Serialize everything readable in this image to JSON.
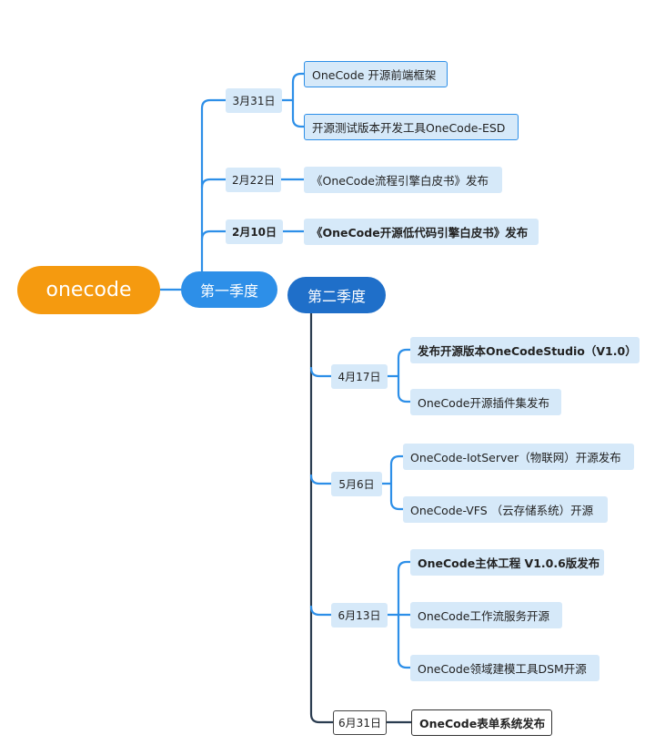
{
  "root": {
    "label": "onecode"
  },
  "q1": {
    "label": "第一季度",
    "groups": [
      {
        "date": "3月31日",
        "items": [
          "OneCode 开源前端框架",
          "开源测试版本开发工具OneCode-ESD"
        ]
      },
      {
        "date": "2月22日",
        "items": [
          "《OneCode流程引擎白皮书》发布"
        ]
      },
      {
        "date": "2月10日",
        "items": [
          "《OneCode开源低代码引擎白皮书》发布"
        ]
      }
    ]
  },
  "q2": {
    "label": "第二季度",
    "groups": [
      {
        "date": "4月17日",
        "items": [
          "发布开源版本OneCodeStudio（V1.0）",
          "OneCode开源插件集发布"
        ]
      },
      {
        "date": "5月6日",
        "items": [
          "OneCode-IotServer（物联网）开源发布",
          "OneCode-VFS （云存储系统）开源"
        ]
      },
      {
        "date": "6月13日",
        "items": [
          "OneCode主体工程 V1.0.6版发布",
          "OneCode工作流服务开源",
          "OneCode领域建模工具DSM开源"
        ]
      },
      {
        "date": "6月31日",
        "items": [
          "OneCode表单系统发布"
        ]
      }
    ]
  },
  "colors": {
    "root": "#f59a0f",
    "q1": "#2d8fe8",
    "q2": "#1f6fc9",
    "box": "#d6e9f9",
    "line_blue": "#2d8fe8",
    "line_dark": "#2a3c50"
  }
}
